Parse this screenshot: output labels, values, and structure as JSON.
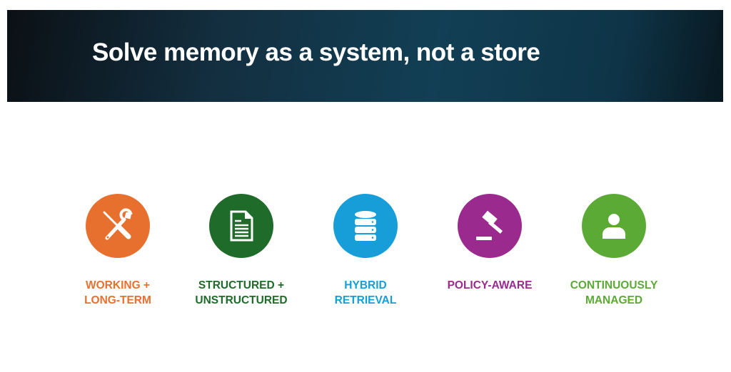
{
  "title": "Solve memory as a system, not a store",
  "items": [
    {
      "icon": "tools-icon",
      "color": "#E8702F",
      "lines": [
        "WORKING +",
        "LONG-TERM"
      ]
    },
    {
      "icon": "document-icon",
      "color": "#1E6B2A",
      "lines": [
        "STRUCTURED +",
        "UNSTRUCTURED"
      ]
    },
    {
      "icon": "database-icon",
      "color": "#179ED9",
      "lines": [
        "HYBRID",
        "RETRIEVAL"
      ]
    },
    {
      "icon": "gavel-icon",
      "color": "#9B2A8F",
      "lines": [
        "POLICY-AWARE"
      ]
    },
    {
      "icon": "user-icon",
      "color": "#5BAA35",
      "lines": [
        "CONTINUOUSLY",
        "MANAGED"
      ]
    }
  ]
}
